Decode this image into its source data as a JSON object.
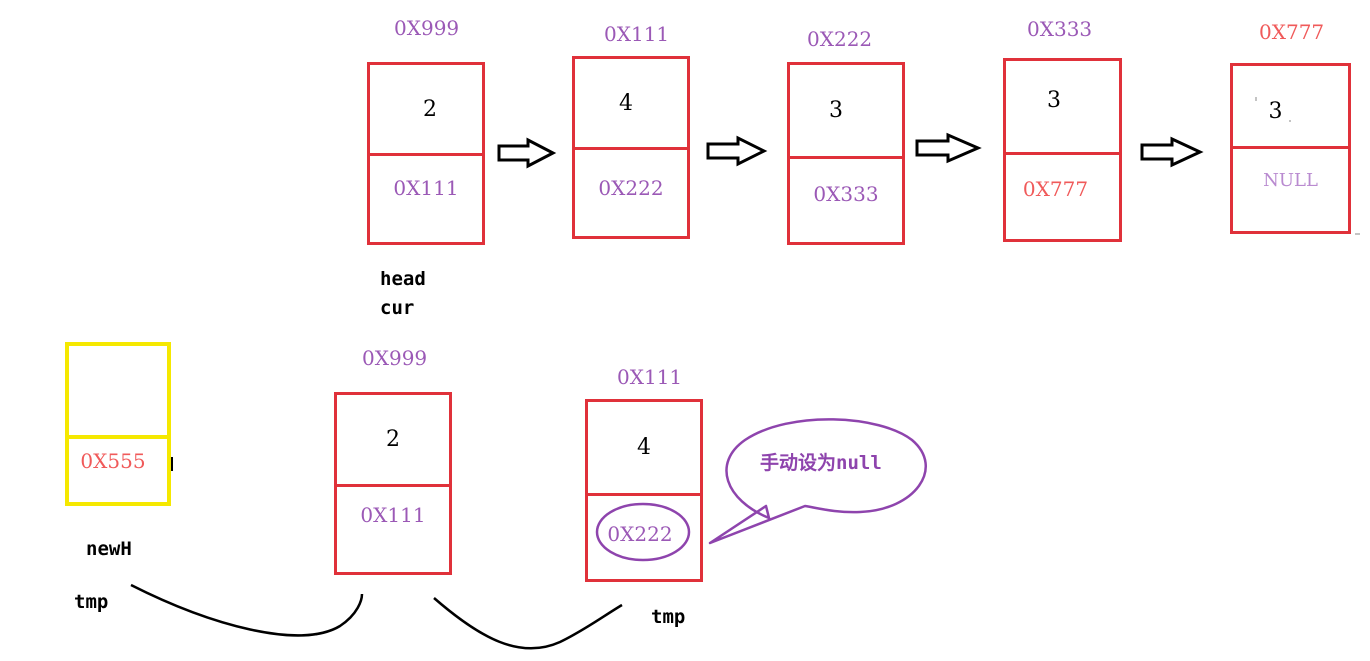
{
  "top_list": [
    {
      "address": "0X999",
      "value": "2",
      "next": "0X111"
    },
    {
      "address": "0X111",
      "value": "4",
      "next": "0X222"
    },
    {
      "address": "0X222",
      "value": "3",
      "next": "0X333"
    },
    {
      "address": "0X333",
      "value": "3",
      "next": "0X777"
    },
    {
      "address": "0X777",
      "value": "3",
      "next": "NULL"
    }
  ],
  "top_labels": {
    "head": "head",
    "cur": "cur"
  },
  "new_head": {
    "next": "0X555",
    "label": "newH"
  },
  "bottom_nodes": [
    {
      "address": "0X999",
      "value": "2",
      "next": "0X111"
    },
    {
      "address": "0X111",
      "value": "4",
      "next": "0X222"
    }
  ],
  "tmp_labels": {
    "left": "tmp",
    "right": "tmp"
  },
  "callout": "手动设为null",
  "colors": {
    "node_border": "#e0313a",
    "new_head_border": "#f5e800",
    "address": "#9b59b6",
    "highlight_address": "#f05a5a",
    "callout": "#8e44ad"
  }
}
